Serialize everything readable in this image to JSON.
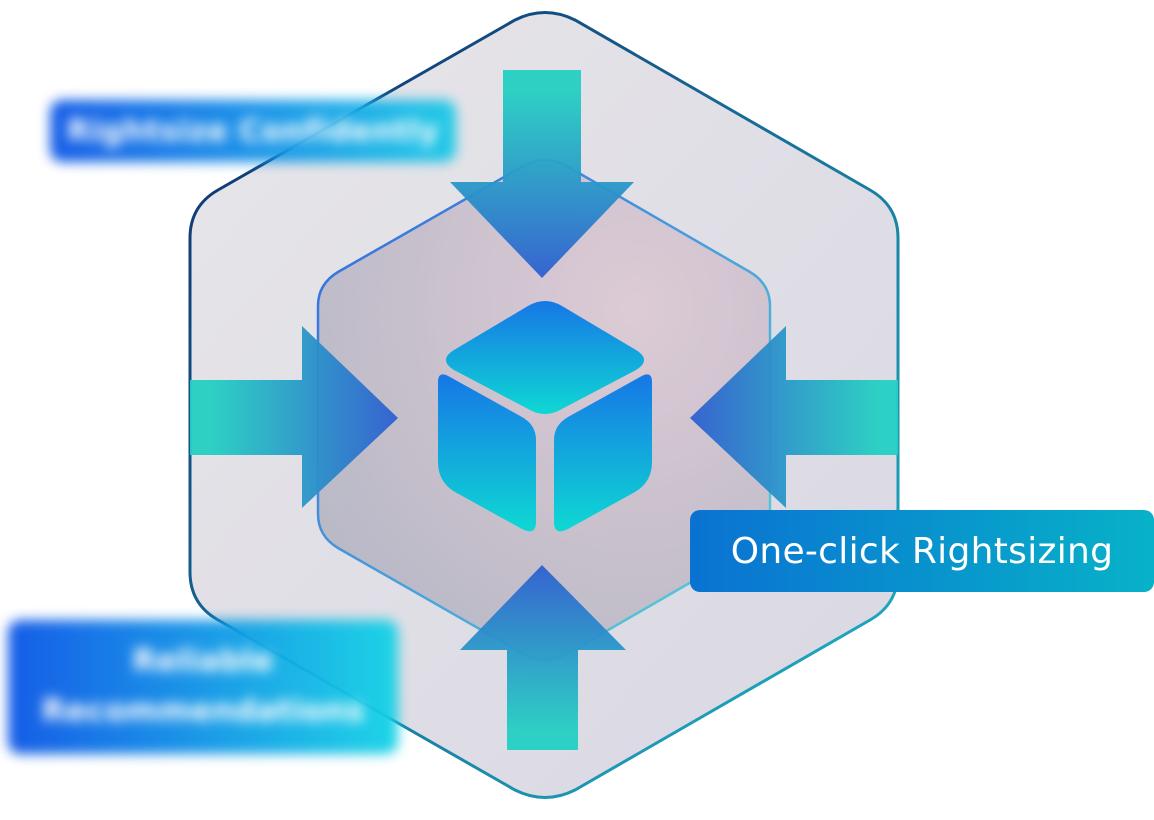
{
  "diagram": {
    "colors": {
      "outer_fill_start": "#e7e6e9",
      "outer_fill_end": "#d9d7e2",
      "outer_stroke_start": "#0e2a6b",
      "outer_stroke_end": "#1fb7c8",
      "inner_fill": "#b6b6c4",
      "inner_stroke_start": "#1f5ae0",
      "inner_stroke_end": "#4fd6d2",
      "arrow_teal": "#24cfc2",
      "arrow_blue": "#2f5fd0",
      "cube_top": "#1677e6",
      "cube_bottom": "#0fd8d3"
    },
    "icons": {
      "center": "cube-icon",
      "arrows": [
        "arrow-down-icon",
        "arrow-right-icon",
        "arrow-left-icon",
        "arrow-up-icon"
      ]
    }
  },
  "labels": {
    "rightsize": {
      "text": "Rightsize Confidently",
      "color_start": "#0a55e6",
      "color_end": "#19c9e8",
      "blurred": true
    },
    "reliable": {
      "line1": "Reliable",
      "line2": "Recommendations",
      "color_start": "#0a55e6",
      "color_end": "#13d3e6",
      "blurred": true
    },
    "oneclick": {
      "text": "One-click Rightsizing",
      "color_start": "#0a72d2",
      "color_end": "#07b2c8",
      "blurred": false
    }
  }
}
